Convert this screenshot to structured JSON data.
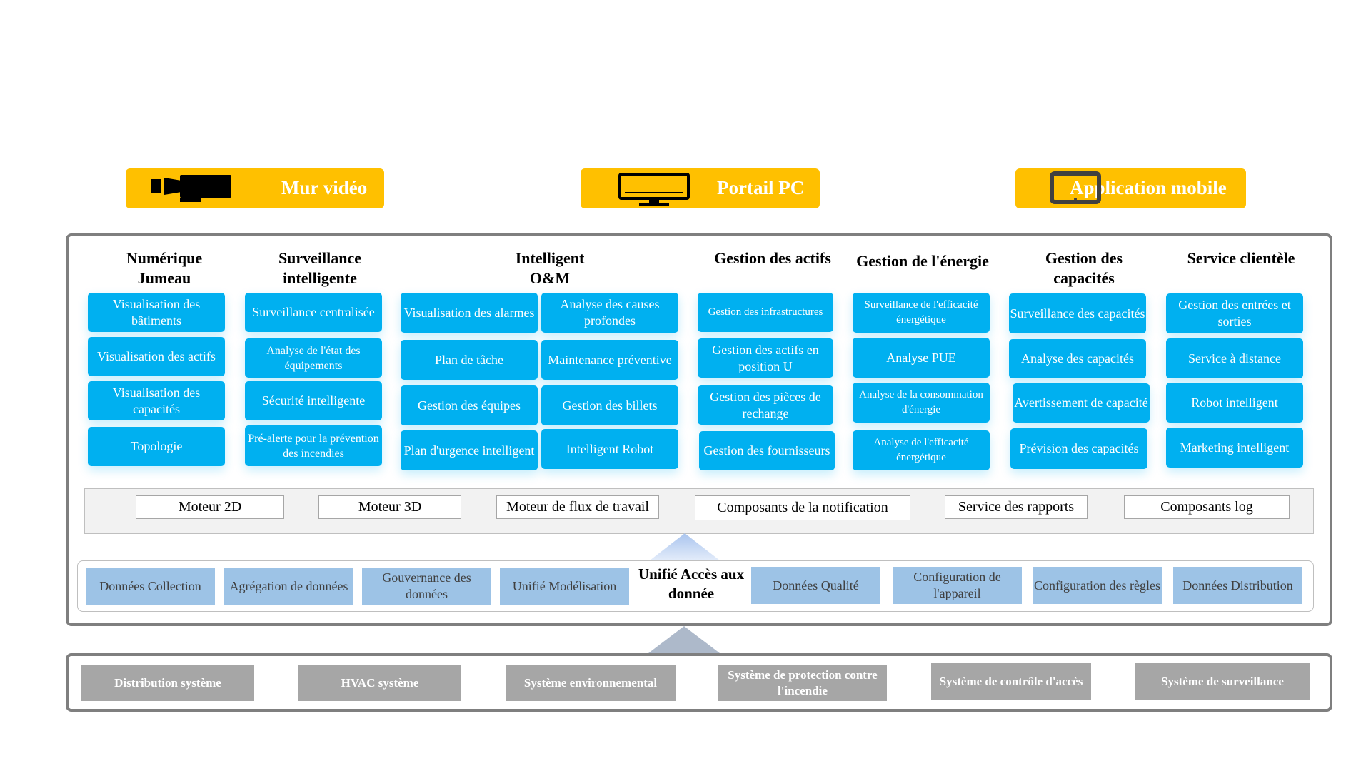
{
  "channels": {
    "video_wall": "Mur vidéo",
    "pc_portal": "Portail PC",
    "mobile_app": "Application mobile"
  },
  "columns": [
    {
      "title": "Numérique Jumeau",
      "items": [
        "Visualisation des bâtiments",
        "Visualisation des actifs",
        "Visualisation des capacités",
        "Topologie"
      ]
    },
    {
      "title": "Surveillance intelligente",
      "items": [
        "Surveillance centralisée",
        "Analyse de l'état des équipements",
        "Sécurité intelligente",
        "Pré-alerte pour la prévention des incendies"
      ]
    },
    {
      "title": "Intelligent O&M",
      "items": [
        "Visualisation des alarmes",
        "Analyse des causes profondes",
        "Plan de tâche",
        "Maintenance préventive",
        "Gestion des équipes",
        "Gestion des billets",
        "Plan d'urgence intelligent",
        "Intelligent Robot"
      ]
    },
    {
      "title": "Gestion des actifs",
      "items": [
        "Gestion des infrastructures",
        "Gestion des actifs en position U",
        "Gestion des pièces de rechange",
        "Gestion des fournisseurs"
      ]
    },
    {
      "title": "Gestion de l'énergie",
      "items": [
        "Surveillance de l'efficacité énergétique",
        "Analyse PUE",
        "Analyse de la consommation d'énergie",
        "Analyse de l'efficacité énergétique"
      ]
    },
    {
      "title": "Gestion des capacités",
      "items": [
        "Surveillance des capacités",
        "Analyse des capacités",
        "Avertissement de capacité",
        "Prévision des capacités"
      ]
    },
    {
      "title": "Service clientèle",
      "items": [
        "Gestion des entrées et sorties",
        "Service à distance",
        "Robot intelligent",
        "Marketing intelligent"
      ]
    }
  ],
  "engines": [
    "Moteur 2D",
    "Moteur 3D",
    "Moteur de flux de travail",
    "Composants de la notification",
    "Service des rapports",
    "Composants log"
  ],
  "data_layer": {
    "center_label": "Unifié Accès aux donnée",
    "items": [
      "Données Collection",
      "Agrégation de données",
      "Gouvernance des données",
      "Unifié Modélisation",
      "Données Qualité",
      "Configuration de l'appareil",
      "Configuration des règles",
      "Données Distribution"
    ]
  },
  "systems": [
    "Distribution système",
    "HVAC système",
    "Système environnemental",
    "Système de protection contre l'incendie",
    "Système de contrôle d'accès",
    "Système de surveillance"
  ],
  "colors": {
    "channel": "#ffc000",
    "module": "#00b0f0",
    "data": "#9dc3e6",
    "system": "#a6a6a6",
    "frame": "#7f7f7f"
  }
}
